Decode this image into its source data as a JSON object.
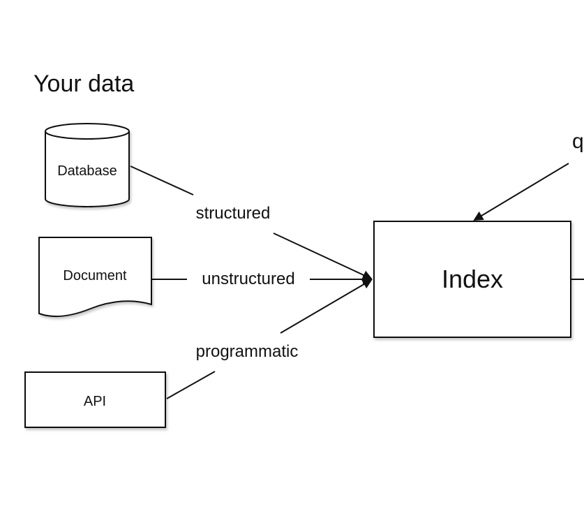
{
  "section_title": "Your data",
  "sources": {
    "database": "Database",
    "document": "Document",
    "api": "API"
  },
  "edges": {
    "structured": "structured",
    "unstructured": "unstructured",
    "programmatic": "programmatic"
  },
  "index_label": "Index",
  "offscreen_fragment": "q",
  "colors": {
    "stroke": "#111111",
    "background": "#ffffff",
    "shadow": "#bdbdbd"
  }
}
